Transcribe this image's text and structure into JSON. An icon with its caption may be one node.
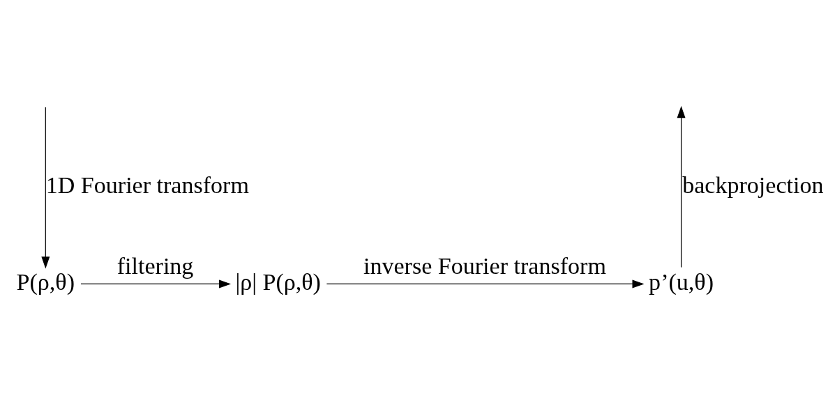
{
  "diagram": {
    "nodes": [
      {
        "text": [
          "P(ρ,θ)"
        ]
      },
      {
        "text": [
          "|ρ| P(ρ,θ)"
        ]
      },
      {
        "text": [
          "p’(u,θ)"
        ]
      }
    ],
    "edges": [
      {
        "from": null,
        "to": 0,
        "arrow": "to",
        "label": "1D Fourier transform"
      },
      {
        "from": 0,
        "to": 1,
        "arrow": "to",
        "label": "filtering"
      },
      {
        "from": 1,
        "to": 2,
        "arrow": "to",
        "label": "inverse Fourier transform"
      },
      {
        "from": 2,
        "to": null,
        "arrow": "to",
        "label": "backprojection"
      }
    ]
  }
}
